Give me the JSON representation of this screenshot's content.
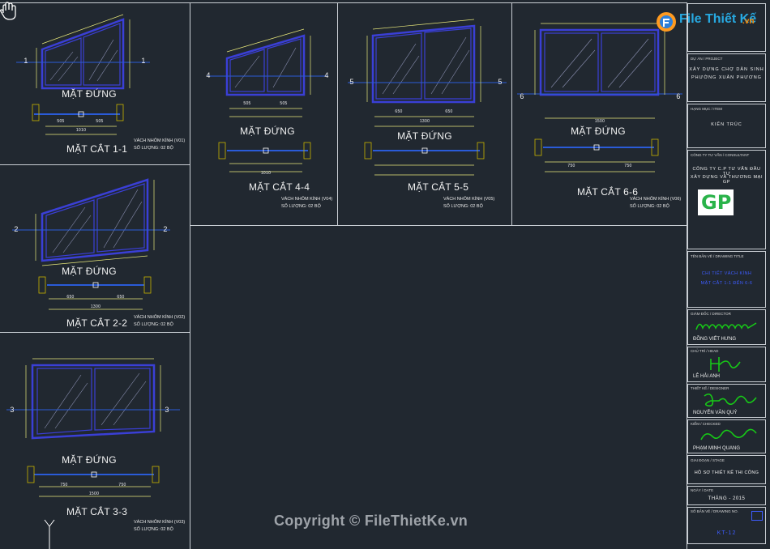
{
  "header": {
    "logo_text": "File Thiết Kế",
    "logo_suffix": ".vn"
  },
  "drawings": [
    {
      "id": "1-1",
      "elevation_label": "MẶT ĐỨNG",
      "section_label": "MẶT CẮT 1-1",
      "note_line1": "VÁCH NHÔM KÍNH (V01)",
      "note_line2": "SỐ LƯỢNG: 02 BỘ",
      "dim_total": "1010",
      "dim_left": "505",
      "dim_right": "505",
      "axis_left": "1",
      "axis_right": "1"
    },
    {
      "id": "2-2",
      "elevation_label": "MẶT ĐỨNG",
      "section_label": "MẶT CẮT 2-2",
      "note_line1": "VÁCH NHÔM KÍNH (V02)",
      "note_line2": "SỐ LƯỢNG: 02 BỘ",
      "dim_total": "1300",
      "dim_left": "650",
      "dim_right": "650",
      "axis_left": "2",
      "axis_right": "2"
    },
    {
      "id": "3-3",
      "elevation_label": "MẶT ĐỨNG",
      "section_label": "MẶT CẮT 3-3",
      "note_line1": "VÁCH NHÔM KÍNH (V03)",
      "note_line2": "SỐ LƯỢNG: 02 BỘ",
      "dim_total": "1500",
      "dim_left": "750",
      "dim_right": "750",
      "axis_left": "3",
      "axis_right": "3"
    },
    {
      "id": "4-4",
      "elevation_label": "MẶT ĐỨNG",
      "section_label": "MẶT CẮT 4-4",
      "note_line1": "VÁCH NHÔM KÍNH (V04)",
      "note_line2": "SỐ LƯỢNG: 02 BỘ",
      "dim_total": "1010",
      "dim_left": "505",
      "dim_right": "505",
      "axis_left": "4",
      "axis_right": "4"
    },
    {
      "id": "5-5",
      "elevation_label": "MẶT ĐỨNG",
      "section_label": "MẶT CẮT 5-5",
      "note_line1": "VÁCH NHÔM KÍNH (V05)",
      "note_line2": "SỐ LƯỢNG: 02 BỘ",
      "dim_total": "1300",
      "dim_left": "650",
      "dim_right": "650",
      "axis_left": "5",
      "axis_right": "5"
    },
    {
      "id": "6-6",
      "elevation_label": "MẶT ĐỨNG",
      "section_label": "MẶT CẮT 6-6",
      "note_line1": "VÁCH NHÔM KÍNH (V06)",
      "note_line2": "SỐ LƯỢNG: 02 BỘ",
      "dim_total": "1500",
      "dim_left": "750",
      "dim_right": "750",
      "axis_left": "6",
      "axis_right": "6"
    }
  ],
  "title_block": {
    "project_label": "DỰ ÁN / PROJECT",
    "project_line1": "XÂY DỰNG CHỢ DÂN SINH",
    "project_line2": "PHƯỜNG XUÂN PHƯƠNG",
    "item_label": "HẠNG MỤC / ITEM",
    "item_value": "KIẾN TRÚC",
    "consultant_label": "CÔNG TY TƯ VẤN / CONSULTANT",
    "company_line1": "CÔNG TY C.P TƯ VẤN ĐẦU TƯ",
    "company_line2": "XÂY DỰNG VÀ THƯƠNG MẠI GP",
    "company_logo": "GP",
    "drawing_title_label": "TÊN BẢN VẼ / DRAWING TITLE",
    "drawing_title_line1": "CHI TIẾT VÁCH KÍNH",
    "drawing_title_line2": "MẶT CẮT 1-1 ĐẾN 6-6",
    "role1_label": "GIÁM ĐỐC / DIRECTOR",
    "role1_name": "ĐỒNG VIẾT HƯNG",
    "role2_label": "CHỦ TRÌ / HEAD",
    "role2_name": "LÊ HẢI ANH",
    "role3_label": "THIẾT KẾ / DESIGNER",
    "role3_name": "NGUYỄN VĂN QUÝ",
    "role4_label": "KIỂM / CHECKED",
    "role4_name": "PHẠM MINH QUANG",
    "stage_label": "GIAI ĐOẠN / STAGE",
    "stage_value": "HỒ SƠ THIẾT KẾ THI CÔNG",
    "date_label": "NGÀY / DATE",
    "date_value": "THÁNG - 2015",
    "sheet_label": "SỐ BẢN VẼ / DRAWING NO.",
    "sheet_value": "KT-12"
  },
  "watermark": "Copyright © FileThietKe.vn",
  "ucs_icon": "ucs-y-axis-icon",
  "pan_icon": "hand-pan-icon",
  "colors": {
    "background": "#212830",
    "frame": "#ffffff",
    "glass_frame": "#3a3fd6",
    "axis": "#2a5bd8",
    "dim": "#e8e87a",
    "signature": "#17c917",
    "logo_green": "#2ab34a"
  }
}
